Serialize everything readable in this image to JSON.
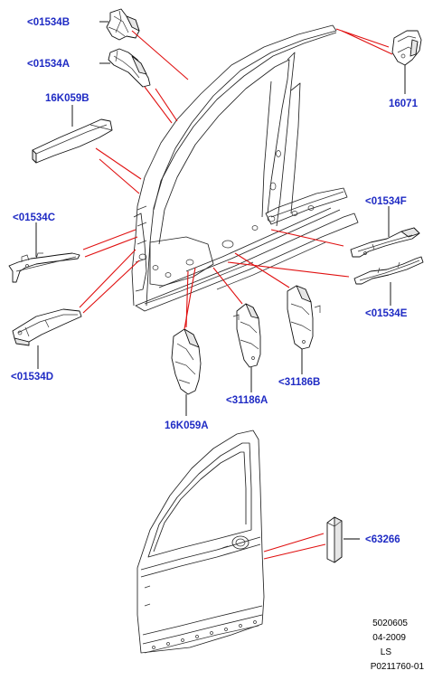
{
  "callouts": {
    "c01534B": "<01534B",
    "c01534A": "<01534A",
    "c16K059B": "16K059B",
    "c16071": "16071",
    "c01534C": "<01534C",
    "c01534F": "<01534F",
    "c01534D": "<01534D",
    "c01534E": "<01534E",
    "c31186A": "<31186A",
    "c31186B": "<31186B",
    "c16K059A": "16K059A",
    "c63266": "<63266"
  },
  "footer": {
    "line1": "5020605",
    "line2": "04-2009",
    "line3": "LS",
    "line4": "P0211760-01"
  },
  "colors": {
    "label": "#1f2bc4",
    "leader": "#e01010",
    "line": "#111111"
  }
}
